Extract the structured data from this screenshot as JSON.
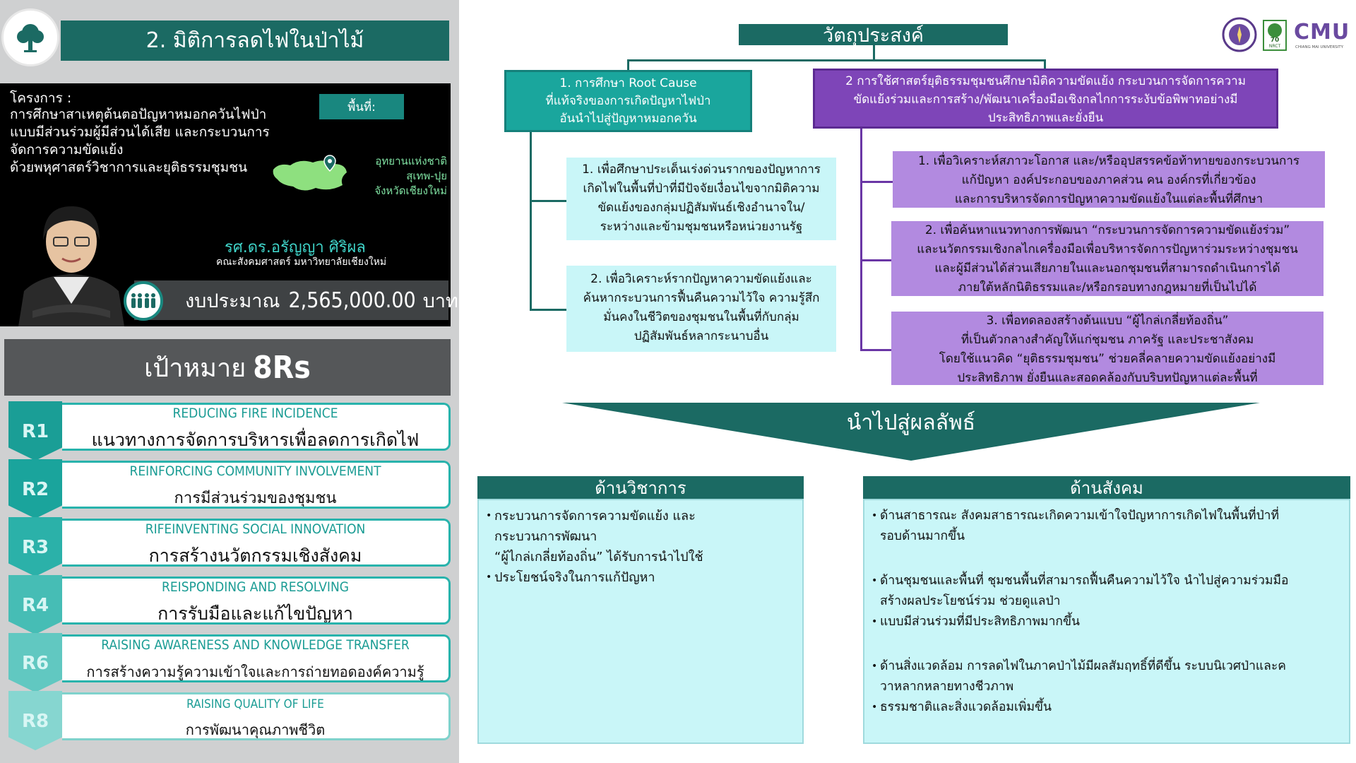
{
  "title": "2. มิติการลดไฟในป่าไม้",
  "project": {
    "label": "โครงการ :",
    "text": " การศึกษาสาเหตุต้นตอปัญหาหมอกควันไฟป่า\nแบบมีส่วนร่วมผู้มีส่วนได้เสีย และกระบวนการ\nจัดการความขัดแย้ง\nด้วยพหุศาสตร์วิชาการและยุติธรรมชุมชน",
    "area_label": "พื้นที่:",
    "area_text": "อุทยานแห่งชาติ\nสุเทพ-ปุย\nจังหวัดเชียงใหม่",
    "researcher_name": "รศ.ดร.อรัญญา ศิริผล",
    "researcher_affiliation": "คณะสังคมศาสตร์ มหาวิทยาลัยเชียงใหม่",
    "budget_prefix": "งบประมาณ",
    "budget_amount": "2,565,000.00",
    "budget_unit": "บาท"
  },
  "goals": {
    "prefix": "เป้าหมาย",
    "title": "8Rs",
    "items": [
      {
        "code": "R1",
        "en": "REDUCING FIRE INCIDENCE",
        "th": "แนวทางการจัดการบริหารเพื่อลดการเกิดไฟ",
        "color": "#1a9e96"
      },
      {
        "code": "R2",
        "en": "REINFORCING COMMUNITY INVOLVEMENT",
        "th": "การมีส่วนร่วมของชุมชน",
        "color": "#1aa49c"
      },
      {
        "code": "R3",
        "en": "RIFEINVENTING SOCIAL INNOVATION",
        "th": "การสร้างนวัตกรรมเชิงสังคม",
        "color": "#2bb1a9"
      },
      {
        "code": "R4",
        "en": "REISPONDING AND RESOLVING",
        "th": "การรับมือและแก้ไขปัญหา",
        "color": "#46bdb5"
      },
      {
        "code": "R6",
        "en": "RAISING AWARENESS AND KNOWLEDGE TRANSFER",
        "th": "การสร้างความรู้ความเข้าใจและการถ่ายทอดองค์ความรู้",
        "color": "#61c8c1"
      },
      {
        "code": "R8",
        "en": "RAISING QUALITY OF LIFE",
        "th": "การพัฒนาคุณภาพชีวิต",
        "color": "#86d6d0"
      }
    ]
  },
  "objectives": {
    "header": "วัตถุประสงค์",
    "teal_main": "1. การศึกษา Root Cause\nที่แท้จริงของการเกิดปัญหาไฟป่า\nอันนำไปสู่ปัญหาหมอกควัน",
    "teal_subs": [
      "1. เพื่อศึกษาประเด็นเร่งด่วนรากของปัญหาการ\nเกิดไฟในพื้นที่ป่าที่มีปัจจัยเงื่อนไขจากมิติความ\nขัดแย้งของกลุ่มปฏิสัมพันธ์เชิงอำนาจใน/\nระหว่างและข้ามชุมชนหรือหน่วยงานรัฐ",
      "2. เพื่อวิเคราะห์รากปัญหาความขัดแย้งและ\nค้นหากระบวนการฟื้นคืนความไว้ใจ ความรู้สึก\nมั่นคงในชีวิตของชุมชนในพื้นที่กับกลุ่ม\nปฏิสัมพันธ์หลากระนาบอื่น"
    ],
    "purple_main": "2 การใช้ศาสตร์ยุติธรรมชุมชนศึกษามิติความขัดแย้ง กระบวนการจัดการความ\nขัดแย้งร่วมและการสร้าง/พัฒนาเครื่องมือเชิงกลไกการระงับข้อพิพาทอย่างมี\nประสิทธิภาพและยั่งยืน",
    "purple_subs": [
      "1. เพื่อวิเคราะห์สภาวะโอกาส และ/หรืออุปสรรคข้อท้าทายของกระบวนการ\nแก้ปัญหา องค์ประกอบของภาคส่วน คน องค์กรที่เกี่ยวข้อง\nและการบริหารจัดการปัญหาความขัดแย้งในแต่ละพื้นที่ศึกษา",
      "2. เพื่อค้นหาแนวทางการพัฒนา “กระบวนการจัดการความขัดแย้งร่วม”\nและนวัตกรรมเชิงกลไกเครื่องมือเพื่อบริหารจัดการปัญหาร่วมระหว่างชุมชน\nและผู้มีส่วนได้ส่วนเสียภายในและนอกชุมชนที่สามารถดำเนินการได้\nภายใต้หลักนิติธรรมและ/หรือกรอบทางกฎหมายที่เป็นไปได้",
      "3. เพื่อทดลองสร้างต้นแบบ “ผู้ไกล่เกลี่ยท้องถิ่น”\nที่เป็นตัวกลางสำคัญให้แก่ชุมชน ภาครัฐ และประชาสังคม\nโดยใช้แนวคิด “ยุติธรรมชุมชน” ช่วยคลี่คลายความขัดแย้งอย่างมี\nประสิทธิภาพ ยั่งยืนและสอดคล้องกับบริบทปัญหาแต่ละพื้นที่"
    ]
  },
  "outcome": {
    "label": "นำไปสู่ผลลัพธ์",
    "academic": {
      "header": "ด้านวิชาการ",
      "items": [
        "กระบวนการจัดการความขัดแย้ง และ\nกระบวนการพัฒนา\n“ผู้ไกล่เกลี่ยท้องถิ่น” ได้รับการนำไปใช้",
        "ประโยชน์จริงในการแก้ปัญหา"
      ]
    },
    "social": {
      "header": "ด้านสังคม",
      "items": [
        "ด้านสาธารณะ สังคมสาธารณะเกิดความเข้าใจปัญหาการเกิดไฟในพื้นที่ป่าที่\nรอบด้านมากขึ้น",
        "ด้านชุมชนและพื้นที่ ชุมชนพื้นที่สามารถฟื้นคืนความไว้ใจ นำไปสู่ความร่วมมือ\nสร้างผลประโยชน์ร่วม ช่วยดูแลป่า",
        "แบบมีส่วนร่วมที่มีประสิทธิภาพมากขึ้น",
        "ด้านสิ่งแวดล้อม การลดไฟในภาคป่าไม้มีผลสัมฤทธิ์ที่ดีขึ้น ระบบนิเวศป่าและค\nวาหลากหลายทางชีวภาพ",
        "ธรรมชาติและสิ่งแวดล้อมเพิ่มขึ้น"
      ]
    }
  },
  "logos": {
    "nrct_number": "70",
    "nrct_text": "NRCT",
    "cmu_text": "CMU",
    "cmu_sub": "CHIANG MAI UNIVERSITY"
  },
  "colors": {
    "dark_teal": "#1b6a63",
    "teal": "#1aa69d",
    "purple": "#7e45b8",
    "lavender": "#b28ae0",
    "cyan": "#c9f6f8"
  }
}
